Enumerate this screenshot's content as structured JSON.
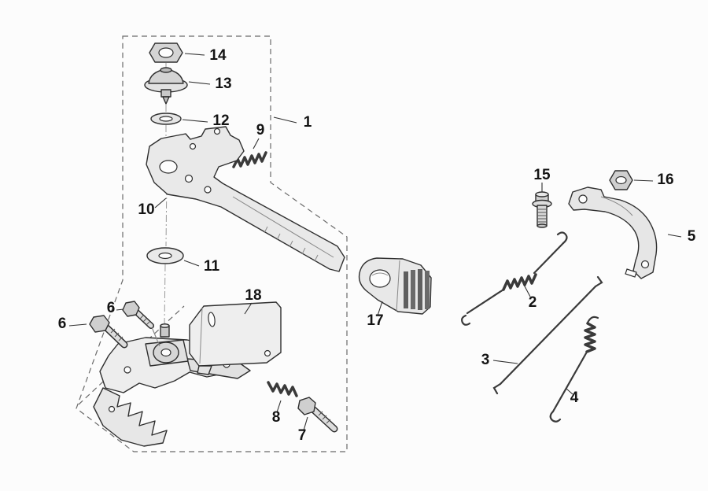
{
  "diagram": {
    "type": "exploded-parts-diagram",
    "background": "#fcfcfc",
    "line_color": "#2f2f2f",
    "part_fill": "#e9e9e9",
    "labels": {
      "p1": "1",
      "p2": "2",
      "p3": "3",
      "p4": "4",
      "p5": "5",
      "p6": "6",
      "p7": "7",
      "p8": "8",
      "p9": "9",
      "p10": "10",
      "p11": "11",
      "p12": "12",
      "p13": "13",
      "p14": "14",
      "p15": "15",
      "p16": "16",
      "p17": "17",
      "p18": "18"
    }
  }
}
